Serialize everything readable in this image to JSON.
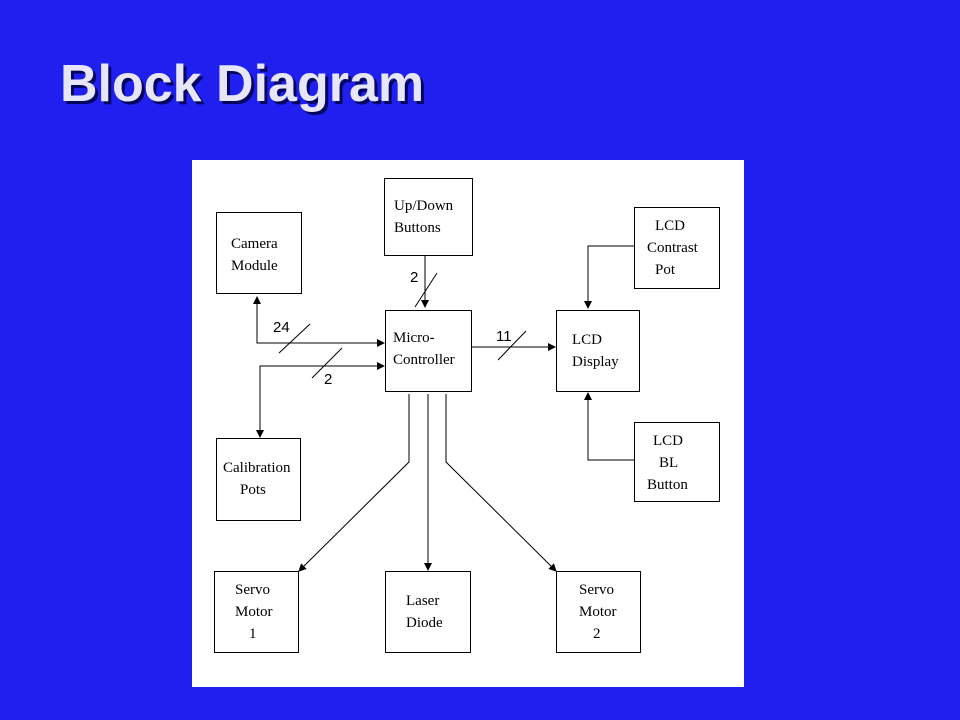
{
  "title": "Block Diagram",
  "blocks": {
    "camera_module": [
      "Camera",
      "Module"
    ],
    "up_down_buttons": [
      "Up/Down",
      "Buttons"
    ],
    "lcd_contrast_pot": [
      "LCD",
      "Contrast",
      "Pot"
    ],
    "micro_controller": [
      "Micro-",
      "Controller"
    ],
    "lcd_display": [
      "LCD",
      "Display"
    ],
    "calibration_pots": [
      "Calibration",
      "Pots"
    ],
    "lcd_bl_button": [
      "LCD",
      "BL",
      "Button"
    ],
    "servo_motor_1": [
      "Servo",
      "Motor",
      "1"
    ],
    "laser_diode": [
      "Laser",
      "Diode"
    ],
    "servo_motor_2": [
      "Servo",
      "Motor",
      "2"
    ]
  },
  "bus_labels": {
    "buttons_to_mcu": "2",
    "camera_bus": "24",
    "mcu_to_lcd": "11",
    "calibration_bus": "2"
  }
}
